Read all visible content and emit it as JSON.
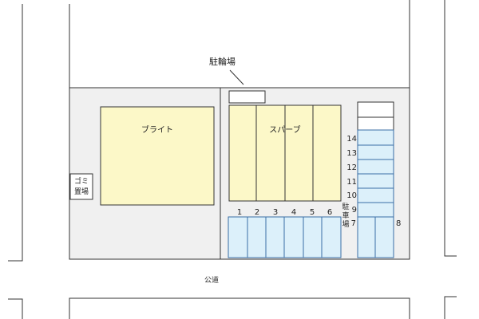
{
  "labels": {
    "bicycle_parking": "駐輪場",
    "building_bright": "ブライト",
    "building_spa": "スパーブ",
    "garbage_line1": "ゴミ",
    "garbage_line2": "置場",
    "road": "公道",
    "parking_v1": "駐",
    "parking_v2": "車",
    "parking_v3": "場"
  },
  "bottom_spaces": [
    "1",
    "2",
    "3",
    "4",
    "5",
    "6"
  ],
  "right_spaces": [
    "14",
    "13",
    "12",
    "11",
    "10",
    "9",
    "7",
    "8"
  ],
  "colors": {
    "site_fill": "#f0f0f0",
    "building_fill": "#fcf8c8",
    "parking_fill": "#dcf0fa",
    "parking_stroke": "#3a6ea5",
    "line": "#333333"
  }
}
